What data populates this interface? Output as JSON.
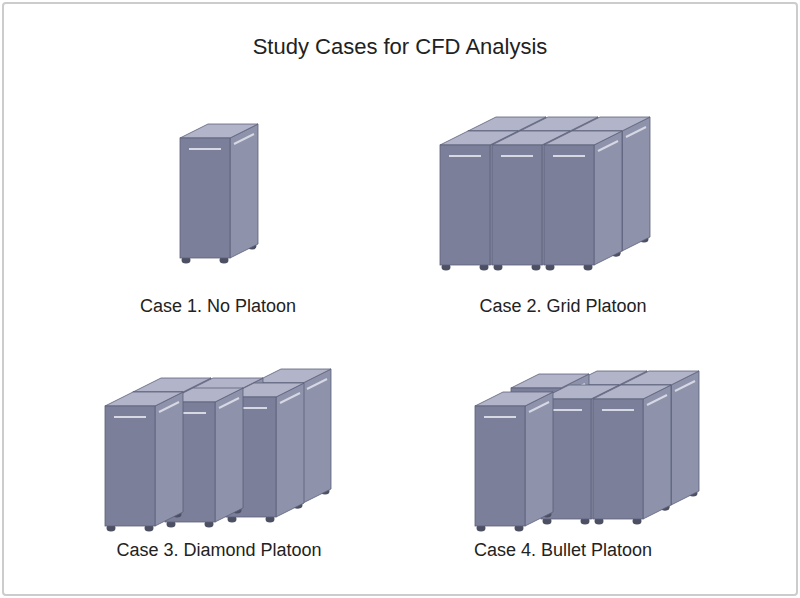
{
  "diagram": {
    "title": "Study Cases for CFD Analysis",
    "labels": [
      "Case 1. No Platoon",
      "Case 2. Grid Platoon",
      "Case 3. Diamond Platoon",
      "Case 4. Bullet Platoon"
    ]
  }
}
